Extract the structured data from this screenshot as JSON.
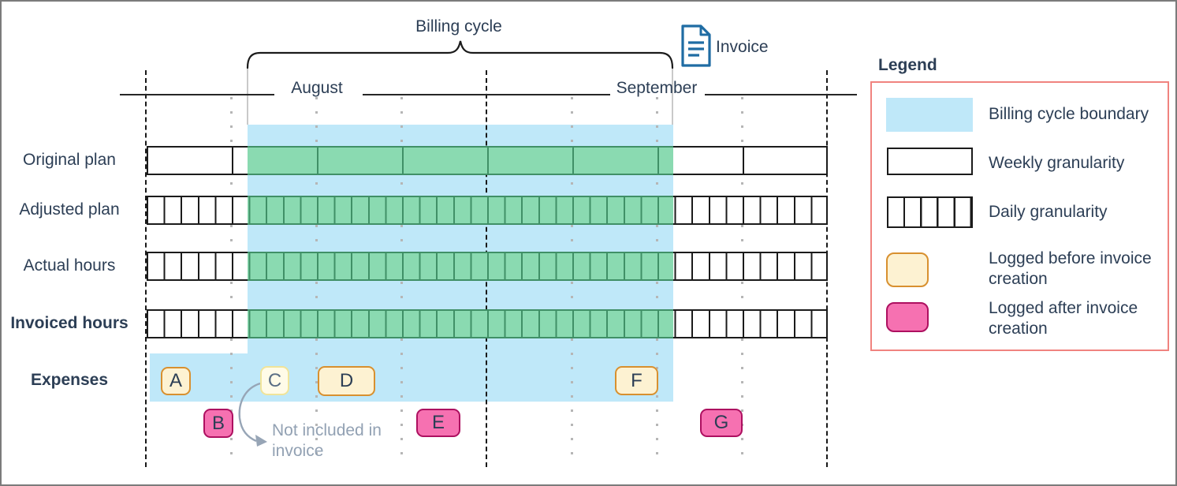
{
  "diagram": {
    "billing_cycle_label": "Billing cycle",
    "invoice_label": "Invoice",
    "months": {
      "august": "August",
      "september": "September"
    },
    "rows": {
      "original": {
        "label": "Original plan",
        "granularity": "weekly"
      },
      "adjusted": {
        "label": "Adjusted plan",
        "granularity": "daily"
      },
      "actual": {
        "label": "Actual hours",
        "granularity": "daily"
      },
      "invoiced": {
        "label": "Invoiced hours",
        "granularity": "daily"
      }
    },
    "expenses": {
      "label": "Expenses",
      "annotation": "Not included in invoice",
      "items": {
        "a": "A",
        "b": "B",
        "c": "C",
        "d": "D",
        "e": "E",
        "f": "F",
        "g": "G"
      }
    }
  },
  "legend": {
    "title": "Legend",
    "items": {
      "billing": "Billing cycle boundary",
      "weekly": "Weekly granularity",
      "daily": "Daily granularity",
      "before": "Logged before invoice creation",
      "after": "Logged after invoice creation"
    }
  },
  "colors": {
    "billing_cycle_fill": "#bfe8f9",
    "plan_highlight_fill": "#8edcb4",
    "logged_before_fill": "#fdf2d2",
    "logged_before_border": "#d8902f",
    "logged_before_faded_fill": "#fffbe8",
    "logged_before_faded_border": "#f0e49a",
    "logged_after_fill": "#f671b1",
    "logged_after_border": "#ad1060",
    "legend_border": "#f0837f",
    "invoice_icon_blue": "#1f6ca3",
    "text_navy": "#2c3e55",
    "muted_text": "#92a1b3"
  }
}
